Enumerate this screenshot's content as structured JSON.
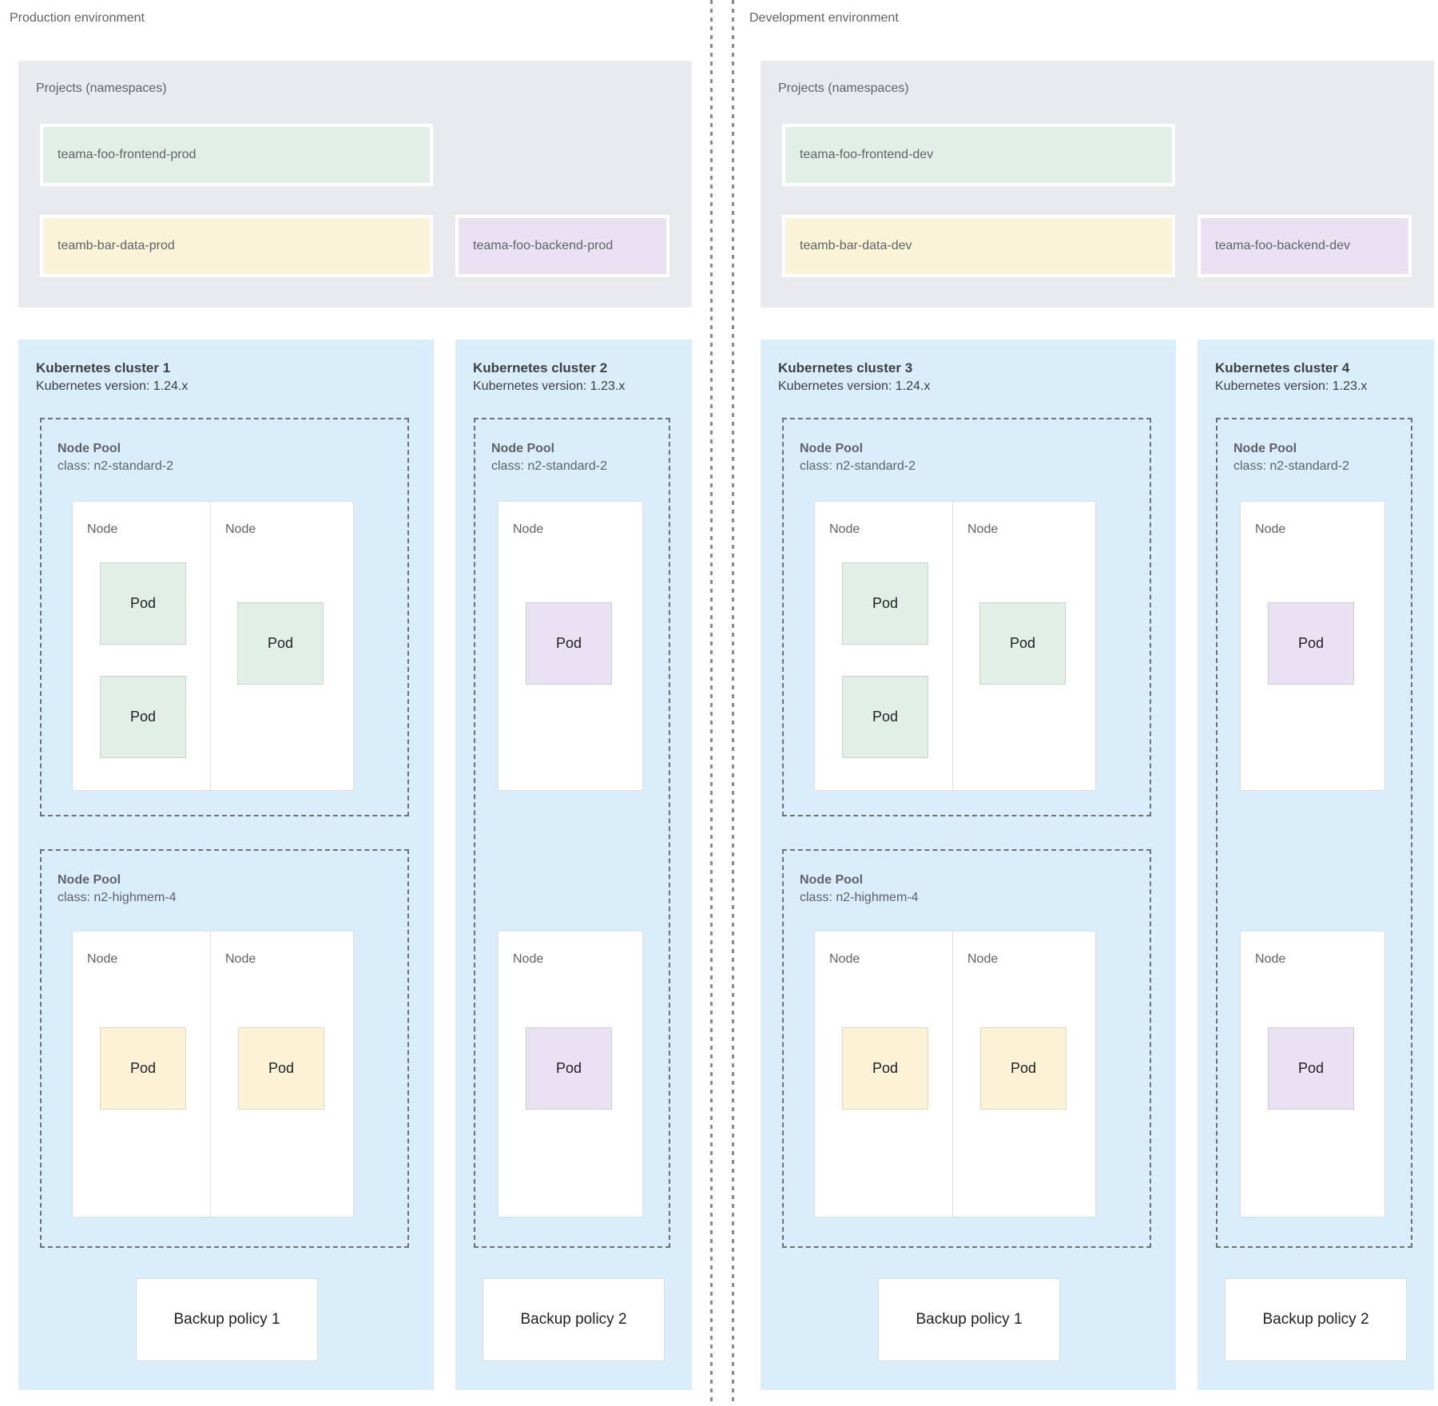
{
  "colors": {
    "page_background": "#ffffff",
    "projects_box": "#e8eaed",
    "cluster_box": "#d9edfb",
    "namespace_green": "#e1efe7",
    "namespace_yellow": "#fbf3d7",
    "namespace_purple": "#eae1f2",
    "pod_green": "#e1efe7",
    "pod_yellow": "#fcf3d7",
    "pod_purple": "#eae1f2",
    "node_box": "#ffffff",
    "dashed_border": "#6e7277",
    "divider_dash": "#85898e",
    "title_text": "#3c4043",
    "secondary_text": "#5f6368",
    "pod_text": "#202124"
  },
  "environments": [
    {
      "label": "Production environment",
      "projects": {
        "title": "Projects (namespaces)",
        "namespaces": [
          {
            "name": "teama-foo-frontend-prod",
            "color": "green"
          },
          {
            "name": "teamb-bar-data-prod",
            "color": "yellow"
          },
          {
            "name": "teama-foo-backend-prod",
            "color": "purple"
          }
        ]
      },
      "clusters": [
        {
          "title": "Kubernetes cluster 1",
          "version_label": "Kubernetes version: 1.24.x",
          "backup_policy": "Backup policy 1",
          "node_pools": [
            {
              "name": "Node Pool",
              "class_label": "class: n2-standard-2",
              "nodes": [
                {
                  "label": "Node",
                  "pods": [
                    {
                      "label": "Pod",
                      "color": "green"
                    },
                    {
                      "label": "Pod",
                      "color": "green"
                    }
                  ]
                },
                {
                  "label": "Node",
                  "pods": [
                    {
                      "label": "Pod",
                      "color": "green"
                    }
                  ]
                }
              ]
            },
            {
              "name": "Node Pool",
              "class_label": "class: n2-highmem-4",
              "nodes": [
                {
                  "label": "Node",
                  "pods": [
                    {
                      "label": "Pod",
                      "color": "yellow"
                    }
                  ]
                },
                {
                  "label": "Node",
                  "pods": [
                    {
                      "label": "Pod",
                      "color": "yellow"
                    }
                  ]
                }
              ]
            }
          ]
        },
        {
          "title": "Kubernetes cluster 2",
          "version_label": "Kubernetes version: 1.23.x",
          "backup_policy": "Backup policy 2",
          "node_pools": [
            {
              "name": "Node Pool",
              "class_label": "class: n2-standard-2",
              "nodes": [
                {
                  "label": "Node",
                  "pods": [
                    {
                      "label": "Pod",
                      "color": "purple"
                    }
                  ]
                },
                {
                  "label": "Node",
                  "pods": [
                    {
                      "label": "Pod",
                      "color": "purple"
                    }
                  ]
                }
              ]
            }
          ]
        }
      ]
    },
    {
      "label": "Development environment",
      "projects": {
        "title": "Projects (namespaces)",
        "namespaces": [
          {
            "name": "teama-foo-frontend-dev",
            "color": "green"
          },
          {
            "name": "teamb-bar-data-dev",
            "color": "yellow"
          },
          {
            "name": "teama-foo-backend-dev",
            "color": "purple"
          }
        ]
      },
      "clusters": [
        {
          "title": "Kubernetes cluster 3",
          "version_label": "Kubernetes version: 1.24.x",
          "backup_policy": "Backup policy 1",
          "node_pools": [
            {
              "name": "Node Pool",
              "class_label": "class: n2-standard-2",
              "nodes": [
                {
                  "label": "Node",
                  "pods": [
                    {
                      "label": "Pod",
                      "color": "green"
                    },
                    {
                      "label": "Pod",
                      "color": "green"
                    }
                  ]
                },
                {
                  "label": "Node",
                  "pods": [
                    {
                      "label": "Pod",
                      "color": "green"
                    }
                  ]
                }
              ]
            },
            {
              "name": "Node Pool",
              "class_label": "class: n2-highmem-4",
              "nodes": [
                {
                  "label": "Node",
                  "pods": [
                    {
                      "label": "Pod",
                      "color": "yellow"
                    }
                  ]
                },
                {
                  "label": "Node",
                  "pods": [
                    {
                      "label": "Pod",
                      "color": "yellow"
                    }
                  ]
                }
              ]
            }
          ]
        },
        {
          "title": "Kubernetes cluster 4",
          "version_label": "Kubernetes version: 1.23.x",
          "backup_policy": "Backup policy 2",
          "node_pools": [
            {
              "name": "Node Pool",
              "class_label": "class: n2-standard-2",
              "nodes": [
                {
                  "label": "Node",
                  "pods": [
                    {
                      "label": "Pod",
                      "color": "purple"
                    }
                  ]
                },
                {
                  "label": "Node",
                  "pods": [
                    {
                      "label": "Pod",
                      "color": "purple"
                    }
                  ]
                }
              ]
            }
          ]
        }
      ]
    }
  ]
}
